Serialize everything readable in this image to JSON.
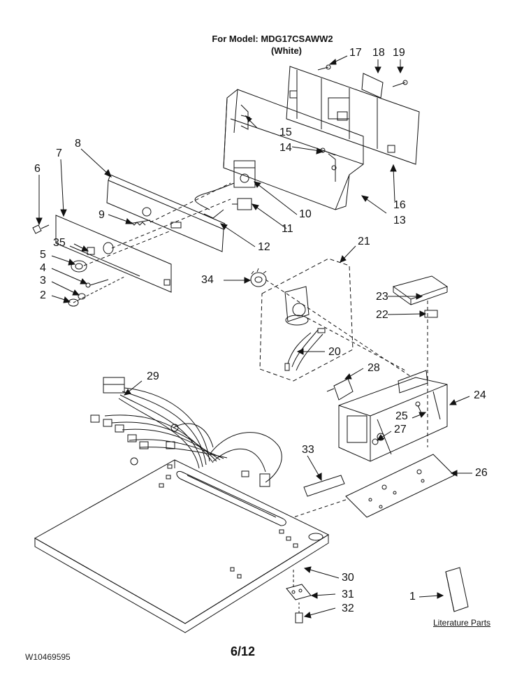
{
  "header": {
    "model_line": "For Model: MDG17CSAWW2",
    "color_line": "(White)"
  },
  "callouts": [
    "1",
    "2",
    "3",
    "4",
    "5",
    "6",
    "7",
    "8",
    "9",
    "10",
    "11",
    "12",
    "13",
    "14",
    "15",
    "16",
    "17",
    "18",
    "19",
    "20",
    "21",
    "22",
    "23",
    "24",
    "25",
    "26",
    "27",
    "28",
    "29",
    "30",
    "31",
    "32",
    "33",
    "34",
    "35"
  ],
  "literature_label": "Literature Parts",
  "footer": {
    "doc_code": "W10469595",
    "page": "6/12"
  },
  "colors": {
    "line": "#111111",
    "paper": "#ffffff"
  }
}
